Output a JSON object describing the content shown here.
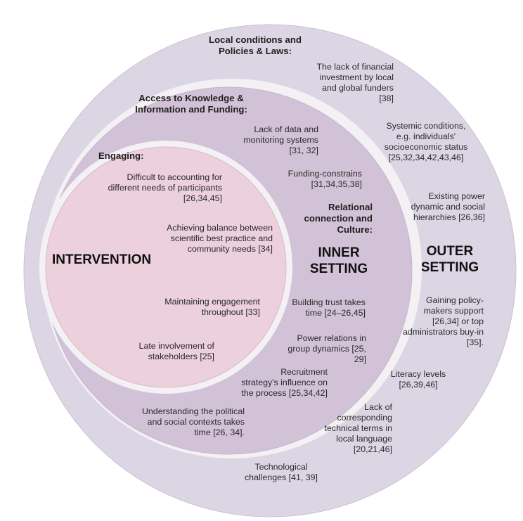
{
  "colors": {
    "outer_ring": "#dcd6e4",
    "inner_ring": "#d2c2d7",
    "intervention": "#ecd0dc",
    "gap": "#f4f1f5",
    "text": "#2a2a2a"
  },
  "outer_setting": {
    "title": "OUTER\nSETTING",
    "category": "Local conditions and\nPolicies & Laws:",
    "items": [
      "The lack of financial\ninvestment by local\nand global funders\n[38]",
      "Systemic conditions,\ne.g. individuals'\nsocioeconomic status\n[25,32,34,42,43,46]",
      "Existing power\ndynamic and social\nhierarchies [26,36]",
      "Gaining policy-\nmakers support\n[26,34] or top\nadministrators buy-in\n[35].",
      "Literacy levels\n[26,39,46]",
      "Lack of\ncorresponding\ntechnical terms in\nlocal language\n[20,21,46]",
      "Technological\nchallenges [41, 39]"
    ]
  },
  "inner_setting": {
    "title": "INNER\nSETTING",
    "category_knowledge": "Access to Knowledge &\nInformation and Funding:",
    "category_relational": "Relational\nconnection and\nCulture:",
    "items": [
      "Lack of data and\nmonitoring systems\n[31, 32]",
      "Funding-constrains\n[31,34,35,38]",
      "Building trust takes\ntime [24–26,45]",
      "Power relations in\ngroup dynamics [25,\n29]",
      "Recruitment\nstrategy's influence on\nthe process [25,34,42]",
      "Understanding the political\nand social contexts takes\ntime [26, 34]."
    ]
  },
  "intervention": {
    "title": "INTERVENTION",
    "category": "Engaging:",
    "items": [
      "Difficult to accounting for\ndifferent needs of participants\n[26,34,45]",
      "Achieving balance between\nscientific best practice and\ncommunity needs [34]",
      "Maintaining engagement\nthroughout [33]",
      "Late involvement of\nstakeholders [25]"
    ]
  }
}
